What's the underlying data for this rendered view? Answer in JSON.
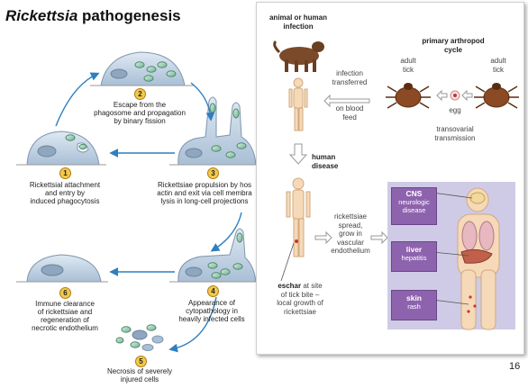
{
  "left_panel": {
    "title_italic": "Rickettsia",
    "title_rest": " pathogenesis",
    "steps": [
      {
        "num": "1",
        "lines": [
          "Rickettsial attachment",
          "and entry by",
          "induced phagocytosis"
        ]
      },
      {
        "num": "2",
        "lines": [
          "Escape from the",
          "phagosome and propagation",
          "by binary fission"
        ]
      },
      {
        "num": "3",
        "lines": [
          "Rickettsiae propulsion by hos",
          "actin and exit via cell membra",
          "lysis in long-cell projections"
        ]
      },
      {
        "num": "4",
        "lines": [
          "Appearance of",
          "cytopathology in",
          "heavily infected cells"
        ]
      },
      {
        "num": "5",
        "lines": [
          "Necrosis of severely",
          "injured cells"
        ]
      },
      {
        "num": "6",
        "lines": [
          "Immune clearance",
          "of rickettsiae and",
          "regeneration of",
          "necrotic endothelium"
        ]
      }
    ]
  },
  "right_panel": {
    "animal_infection": [
      "animal or human",
      "infection"
    ],
    "infection_transferred": [
      "infection",
      "transferred"
    ],
    "on_blood_feed": [
      "on blood",
      "feed"
    ],
    "primary_cycle": [
      "primary arthropod",
      "cycle"
    ],
    "adult_tick_left": [
      "adult",
      "tick"
    ],
    "adult_tick_right": [
      "adult",
      "tick"
    ],
    "egg": "egg",
    "transovarial": [
      "transovarial",
      "transmission"
    ],
    "human_disease": [
      "human",
      "disease"
    ],
    "spread": [
      "rickettsiae",
      "spread,",
      "grow in",
      "vascular",
      "endothelium"
    ],
    "eschar_bold": "eschar",
    "eschar_rest": [
      " at site",
      "of tick bite –",
      "local growth of",
      "rickettsiae"
    ],
    "organs": [
      {
        "name": "CNS",
        "desc": [
          "neurologic",
          "disease"
        ]
      },
      {
        "name": "liver",
        "desc": [
          "hepatitis"
        ]
      },
      {
        "name": "skin",
        "desc": [
          "rash"
        ]
      }
    ]
  },
  "page_number": "16"
}
